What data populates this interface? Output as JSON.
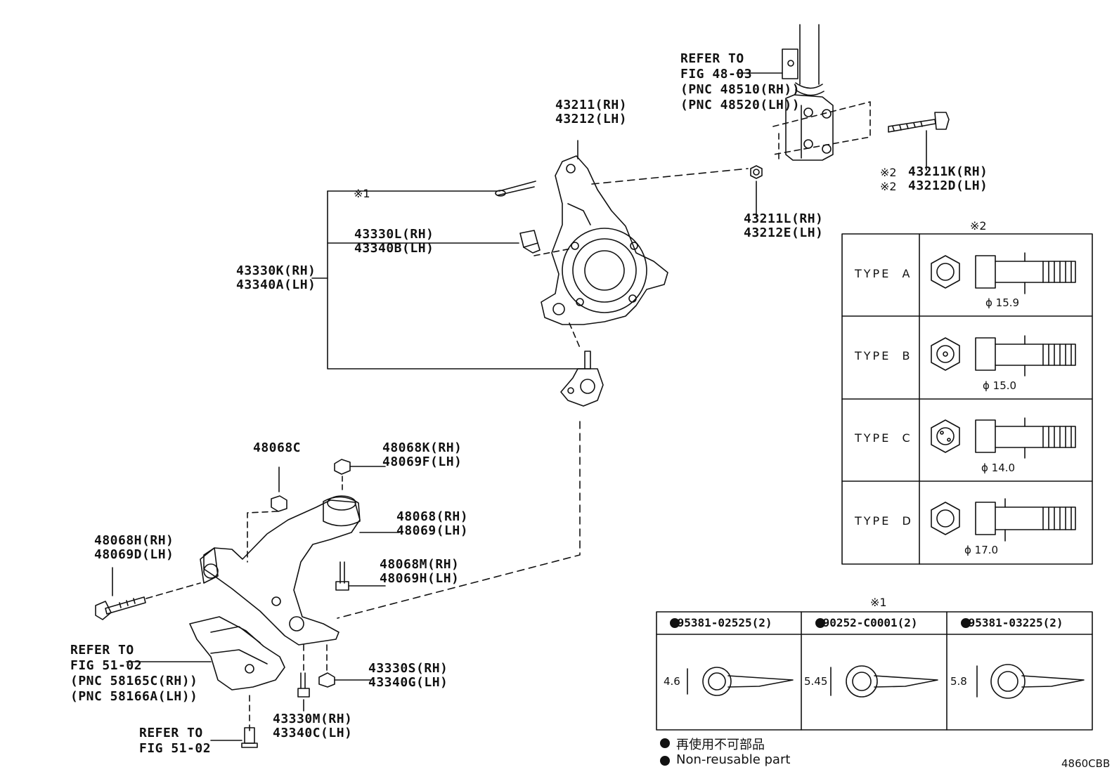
{
  "callouts": {
    "refer_strut": [
      "REFER TO",
      "FIG 48-03",
      "(PNC 48510(RH))",
      "(PNC 48520(LH))"
    ],
    "knuckle": [
      "43211(RH)",
      "43212(LH)"
    ],
    "bolt": [
      "43211K(RH)",
      "43212D(LH)"
    ],
    "bolt_mark": "※2",
    "nut": [
      "43211L(RH)",
      "43212E(LH)"
    ],
    "pin_mark": "※1",
    "castle_nut": [
      "43330L(RH)",
      "43340B(LH)"
    ],
    "ball_joint": [
      "43330K(RH)",
      "43340A(LH)"
    ],
    "bushing_nut_label": "48068C",
    "arm_nut": [
      "48068K(RH)",
      "48069F(LH)"
    ],
    "lower_arm": [
      "48068(RH)",
      "48069(LH)"
    ],
    "front_bolt": [
      "48068H(RH)",
      "48069D(LH)"
    ],
    "arm_bolt": [
      "48068M(RH)",
      "48069H(LH)"
    ],
    "refer_cover": [
      "REFER TO",
      "FIG 51-02",
      "(PNC 58165C(RH))",
      "(PNC 58166A(LH))"
    ],
    "joint_nut": [
      "43330S(RH)",
      "43340G(LH)"
    ],
    "joint_bolt": [
      "43330M(RH)",
      "43340C(LH)"
    ],
    "refer_fig": [
      "REFER TO",
      "FIG 51-02"
    ]
  },
  "bolt_table": {
    "mark": "※2",
    "rows": [
      {
        "type": "TYPE  A",
        "diameter": "ϕ 15.9"
      },
      {
        "type": "TYPE  B",
        "diameter": "ϕ 15.0"
      },
      {
        "type": "TYPE  C",
        "diameter": "ϕ 14.0"
      },
      {
        "type": "TYPE  D",
        "diameter": "ϕ 17.0"
      }
    ]
  },
  "pin_table": {
    "mark": "※1",
    "columns": [
      {
        "part": "●95381-02525(2)",
        "dim": "4.6"
      },
      {
        "part": "●90252-C0001(2)",
        "dim": "5.45"
      },
      {
        "part": "●95381-03225(2)",
        "dim": "5.8"
      }
    ]
  },
  "legend": {
    "ja": "再使用不可部品",
    "en": "Non-reusable part"
  },
  "figure_code": "4860CBB"
}
